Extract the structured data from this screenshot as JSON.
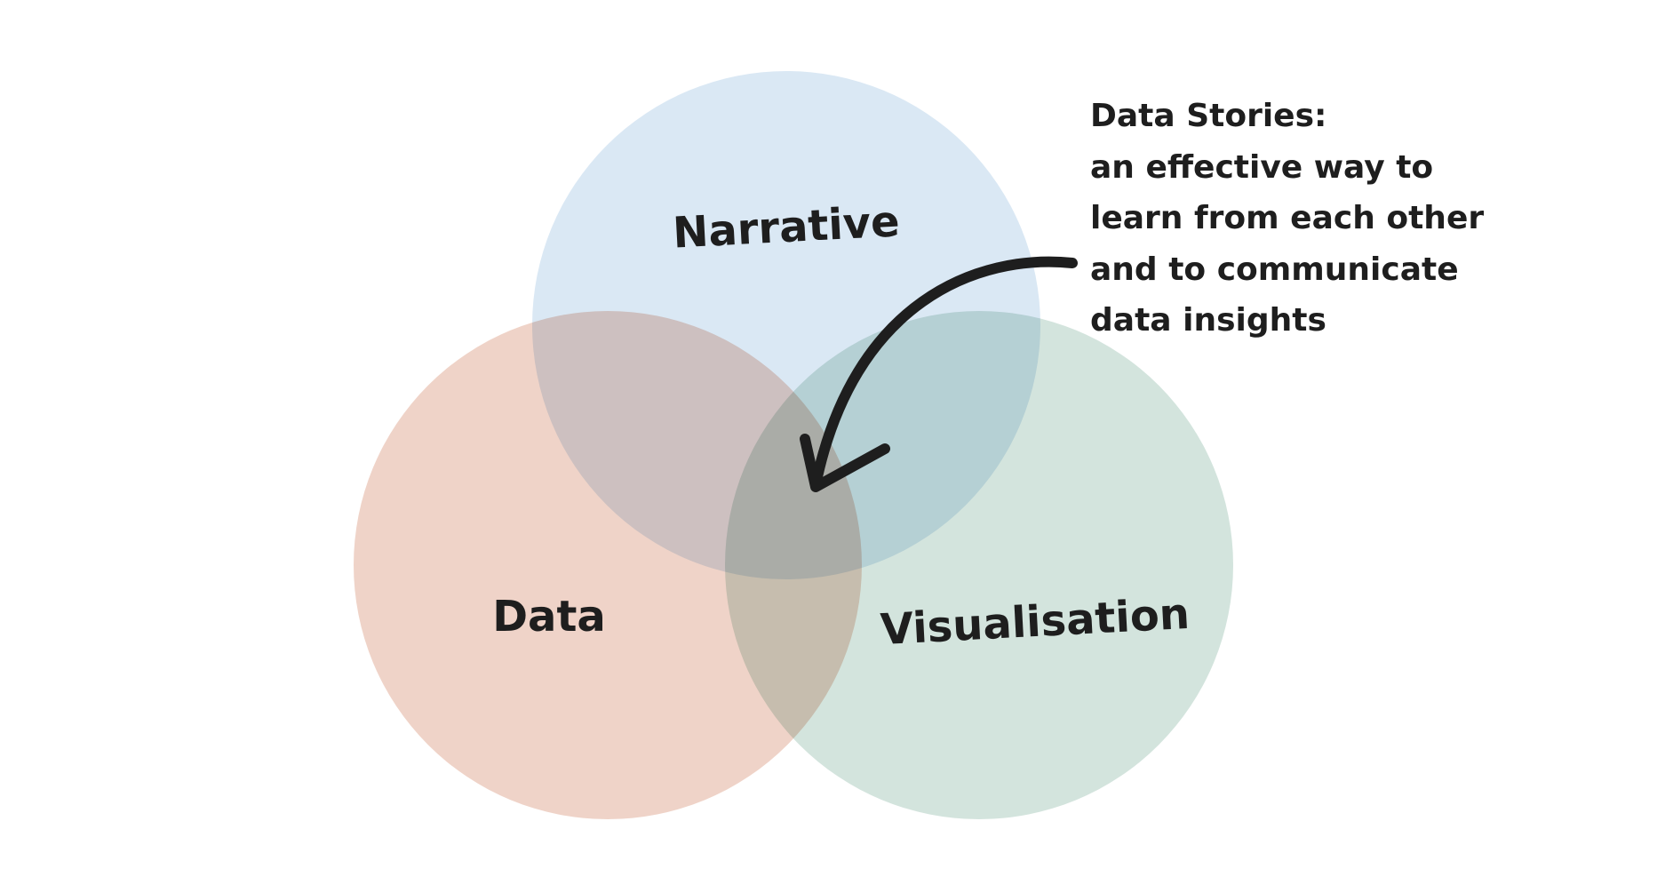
{
  "diagram": {
    "circles": [
      {
        "label": "Narrative",
        "color": "#d6e6f3"
      },
      {
        "label": "Data",
        "color": "#eecfc2"
      },
      {
        "label": "Visualisation",
        "color": "#cfe1da"
      }
    ],
    "annotation": {
      "lines": [
        "Data Stories:",
        "an effective way to",
        "learn from each other",
        "and to communicate",
        "data insights"
      ]
    },
    "arrow_color": "#1e1e1e"
  }
}
